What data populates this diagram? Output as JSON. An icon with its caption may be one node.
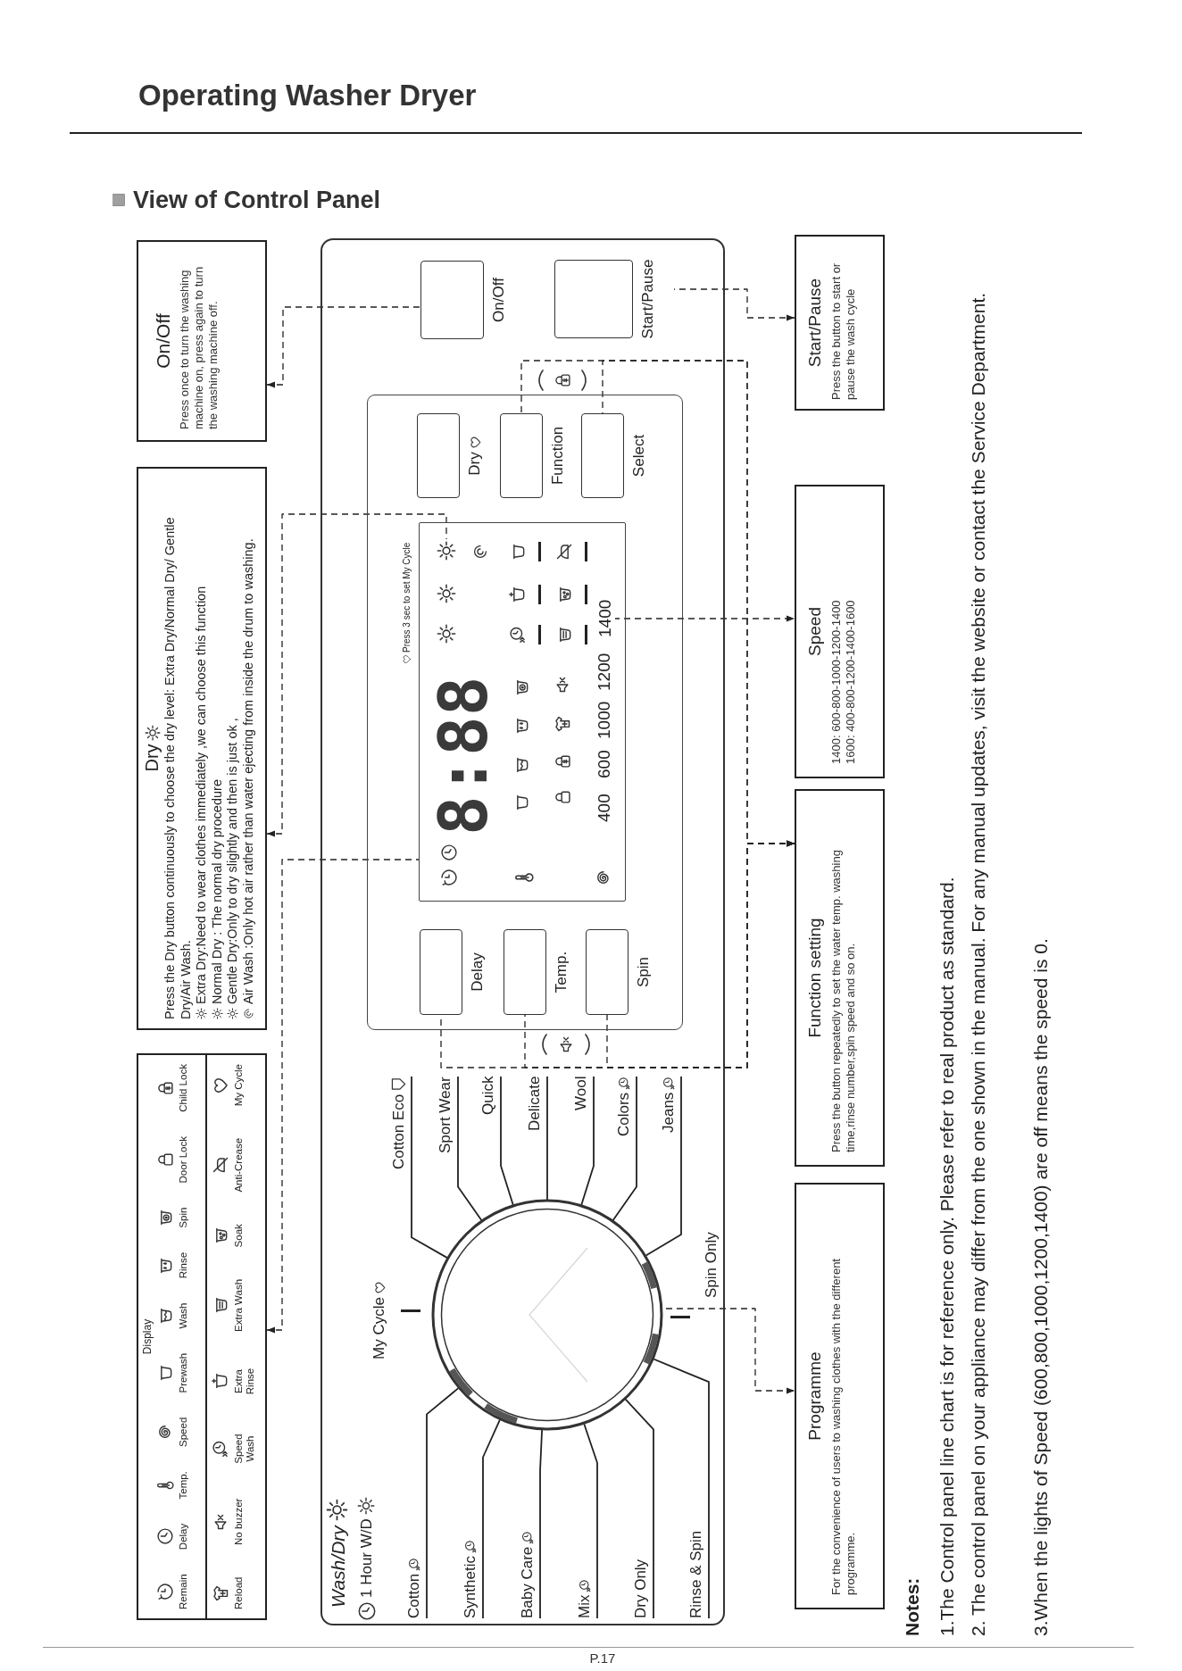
{
  "diagram": {
    "title": "Operating Washer Dryer",
    "nodes": [
      {
        "text": [
          "Display",
          "Remain",
          "Delay",
          "Temp.",
          "Speed",
          "Prewash",
          "Wash",
          "Rinse",
          "Spin",
          "Door Lock",
          "Child Lock",
          "Reload",
          "No buzzer",
          "Speed Wash",
          "Extra Rinse",
          "Extra Wash",
          "Soak",
          "Anti-Crease",
          "My Cycle"
        ]
      },
      {
        "text": [
          "Dry",
          "Press the Dry button continuously to choose the dry level: Extra Dry/Normal Dry/ Gentle Dry/Air Wash.",
          "Extra Dry:Need to wear clothes immediately ,we can choose this function",
          "Normal Dry : The normal dry procedure",
          "Gentle Dry:Only to dry slightly and then is just ok ,",
          "Air Wash :Only hot air rather than water ejecting from inside the drum to washing."
        ]
      },
      {
        "text": [
          "On/Off",
          "Press once to turn the washing machine on, press again to turn the washing machine off."
        ]
      },
      {
        "text": [],
        "shape": "box"
      },
      {
        "text": [
          "Cotton"
        ],
        "in": 3
      },
      {
        "text": [
          "Synthetic"
        ],
        "in": 3
      },
      {
        "text": [
          "Baby Care"
        ],
        "in": 3
      },
      {
        "text": [
          "Mix"
        ],
        "in": 3
      },
      {
        "text": [
          "Dry Only"
        ],
        "in": 3
      },
      {
        "text": [
          "Rinse & Spin"
        ],
        "in": 3
      },
      {
        "text": [],
        "shape": "circle",
        "in": 3
      },
      {
        "text": [
          "Cotton Eco"
        ],
        "in": 3
      },
      {
        "text": [
          "Sport Wear"
        ],
        "in": 3
      },
      {
        "text": [
          "Quick"
        ],
        "in": 3
      },
      {
        "text": [
          "Delicate"
        ],
        "in": 3
      },
      {
        "text": [
          "Wool"
        ],
        "in": 3
      },
      {
        "text": [
          "Colors"
        ],
        "in": 3
      },
      {
        "text": [
          "Jeans"
        ],
        "in": 3
      },
      {
        "text": [],
        "shape": "box",
        "in": 3
      },
      {
        "text": [
          "Delay"
        ],
        "in": 18
      },
      {
        "text": [
          "Temp."
        ],
        "in": 18
      },
      {
        "text": [
          "Spin"
        ],
        "in": 18
      },
      {
        "text": [
          "8:88",
          "400",
          "600",
          "1000",
          "1200"
        ],
        "in": 18
      },
      {
        "text": [],
        "shape": "picture",
        "in": 22
      },
      {
        "text": [
          "1400"
        ],
        "in": 22
      },
      {
        "text": [
          "Dry"
        ],
        "in": 18
      },
      {
        "text": [
          "Function"
        ],
        "in": 18
      },
      {
        "text": [
          "Select"
        ],
        "in": 18
      },
      {
        "text": [
          "On/Off"
        ],
        "in": 3
      },
      {
        "text": [
          "Start/Pause"
        ],
        "in": 3
      },
      {
        "text": [
          "Programme",
          "For the convenience of users to washing clothes with the different programme."
        ]
      },
      {
        "text": [
          "Function setting",
          "Press the button repeatedly to set the water temp. washing time,rinse number,spin speed and so on."
        ]
      },
      {
        "text": [
          "Speed",
          "1400: 600-800-1000-1200-1400",
          "1600: 400-800-1200-1400-1600"
        ]
      },
      {
        "text": [
          "Start/Pause",
          "Press the button to start or pause the wash cycle"
        ]
      }
    ],
    "edges": [
      {
        "from": 28,
        "to": 2,
        "arrow": "to",
        "style": "dashed"
      },
      {
        "from": 23,
        "to": 1,
        "arrow": "to",
        "style": "dashed"
      },
      {
        "from": 22,
        "to": 0,
        "arrow": "to",
        "style": "dashed"
      },
      {
        "from": 29,
        "to": 33,
        "arrow": "to",
        "style": "dashed"
      },
      {
        "from": 24,
        "to": 32,
        "arrow": "to",
        "style": "dashed"
      },
      {
        "from": 19,
        "to": 31,
        "arrow": "to",
        "style": "dashed"
      },
      {
        "from": 20,
        "to": 31,
        "arrow": "to",
        "style": "dashed"
      },
      {
        "from": 21,
        "to": 31,
        "arrow": "to",
        "style": "dashed"
      },
      {
        "from": 26,
        "to": 31,
        "arrow": "to",
        "style": "dashed"
      },
      {
        "from": 27,
        "to": 31,
        "arrow": "to",
        "style": "dashed"
      },
      {
        "from": 10,
        "to": 30,
        "arrow": "to",
        "style": "dashed"
      },
      {
        "from": 4,
        "to": 10,
        "arrow": "none"
      },
      {
        "from": 5,
        "to": 10,
        "arrow": "none"
      },
      {
        "from": 6,
        "to": 10,
        "arrow": "none"
      },
      {
        "from": 7,
        "to": 10,
        "arrow": "none"
      },
      {
        "from": 8,
        "to": 10,
        "arrow": "none"
      },
      {
        "from": 9,
        "to": 10,
        "arrow": "none"
      },
      {
        "from": 11,
        "to": 10,
        "arrow": "none"
      },
      {
        "from": 12,
        "to": 10,
        "arrow": "none"
      },
      {
        "from": 13,
        "to": 10,
        "arrow": "none"
      },
      {
        "from": 14,
        "to": 10,
        "arrow": "none"
      },
      {
        "from": 15,
        "to": 10,
        "arrow": "none"
      },
      {
        "from": 16,
        "to": 10,
        "arrow": "none"
      },
      {
        "from": 17,
        "to": 10,
        "arrow": "none"
      }
    ],
    "labels": [
      "View of Control Panel",
      "Wash/Dry",
      "1 Hour W/D",
      "My Cycle",
      "Spin Only",
      "Press 3 sec to set My Cycle",
      "Notes:",
      "1.The Control panel line chart is for reference only. Please refer to real product as standard.",
      "2. The control panel on your appliance may differ from the one shown in the manual. For any manual updates, visit the website or contact the Service Department.",
      "3.When the lights of Speed (600,800,1000,1200,1400) are off means the speed is 0.",
      "P.17"
    ]
  }
}
